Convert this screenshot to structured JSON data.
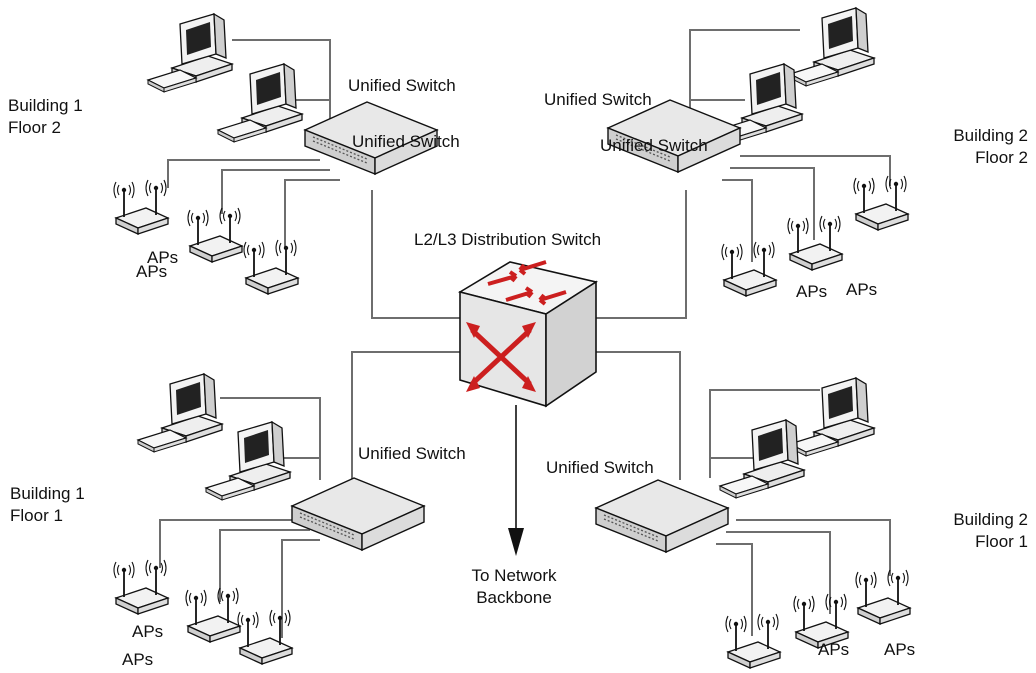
{
  "labels": {
    "b1f2_building": "Building 1",
    "b1f2_floor": "Floor 2",
    "b2f2_building": "Building 2",
    "b2f2_floor": "Floor 2",
    "b1f1_building": "Building 1",
    "b1f1_floor": "Floor 1",
    "b2f1_building": "Building 2",
    "b2f1_floor": "Floor 1",
    "unified_switch": "Unified Switch",
    "distribution_switch": "L2/L3 Distribution Switch",
    "aps": "APs",
    "backbone_line1": "To Network",
    "backbone_line2": "Backbone"
  },
  "icons": [
    "computer-icon",
    "unified-switch-icon",
    "access-point-icon",
    "distribution-switch-icon",
    "arrow-down-icon"
  ],
  "colors": {
    "line": "#6e6e6e",
    "switch_face": "#e6e6e6",
    "arrow": "#cc1f1f"
  }
}
